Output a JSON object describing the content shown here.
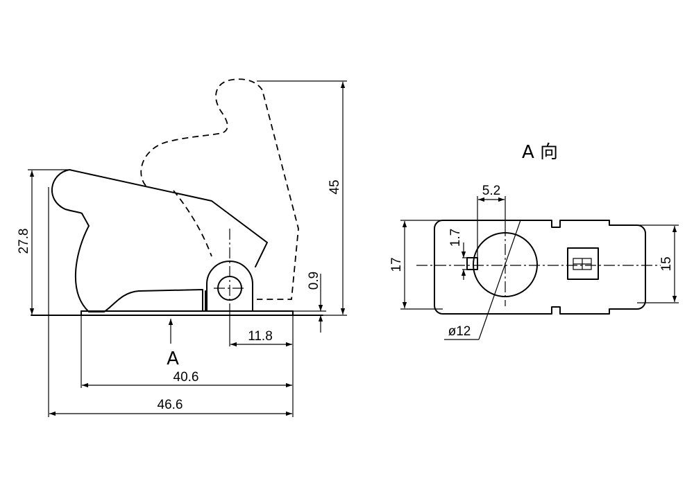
{
  "side_view": {
    "dimensions": {
      "height_cover": "27.8",
      "height_open": "45",
      "base_thickness": "0.9",
      "pivot_offset": "11.8",
      "base_length": "40.6",
      "overall_length": "46.6"
    },
    "view_arrow_label": "A"
  },
  "view_a": {
    "title": "A 向",
    "dimensions": {
      "slot_spacing": "5.2",
      "key_width": "1.7",
      "overall_width": "17",
      "body_width": "15",
      "hole_diameter": "ø12"
    }
  }
}
